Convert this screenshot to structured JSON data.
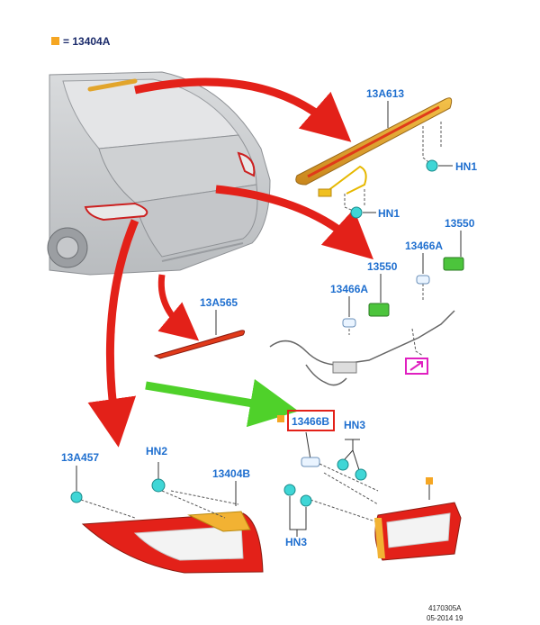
{
  "legend": {
    "swatch_color": "#f5a623",
    "text": "= 13404A"
  },
  "labels": {
    "p13A613": "13A613",
    "hn1_top": "HN1",
    "hn1_mid": "HN1",
    "p13550_right": "13550",
    "p13466A_right": "13466A",
    "p13550_left": "13550",
    "p13466A_left": "13466A",
    "p13A565": "13A565",
    "p13466B": "13466B",
    "hn3_top": "HN3",
    "hn3_bottom": "HN3",
    "p13A457": "13A457",
    "hn2": "HN2",
    "p13404B": "13404B"
  },
  "footer": {
    "code": "4170305A",
    "date": "05-2014 19"
  },
  "colors": {
    "arrow_red": "#e32119",
    "arrow_green": "#4fd12a",
    "callout_red": "#e32119",
    "callout_magenta": "#e020c0",
    "label_blue": "#1f6fcf",
    "bulb_cyan": "#3fd6d6",
    "connector_green": "#4cc43c",
    "lamp_amber": "#f2b233"
  }
}
